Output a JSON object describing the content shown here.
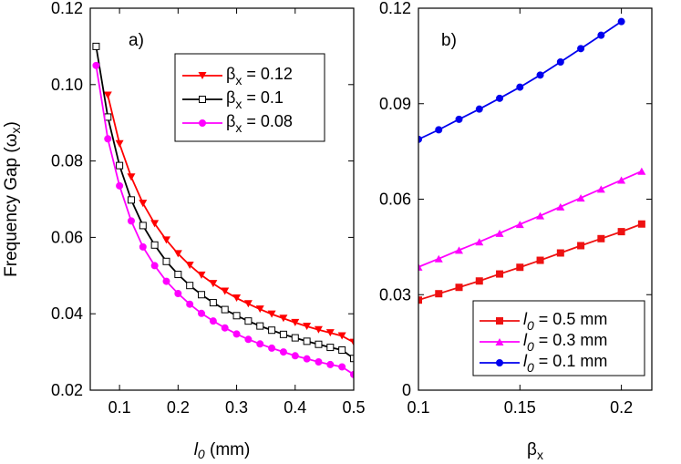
{
  "chart_data": [
    {
      "type": "line",
      "panel_label": "a)",
      "xlabel_main": "l",
      "xlabel_sub": "0",
      "xlabel_unit": " (mm)",
      "ylabel_main": "Frequency Gap (ω",
      "ylabel_sub": "x",
      "ylabel_end": ")",
      "xlim": [
        0.05,
        0.5
      ],
      "ylim": [
        0.02,
        0.12
      ],
      "xticks": [
        0.1,
        0.2,
        0.3,
        0.4,
        0.5
      ],
      "xtick_labels": [
        "0.1",
        "0.2",
        "0.3",
        "0.4",
        "0.5"
      ],
      "yticks": [
        0.02,
        0.04,
        0.06,
        0.08,
        0.1,
        0.12
      ],
      "ytick_labels": [
        "0.02",
        "0.04",
        "0.06",
        "0.08",
        "0.10",
        "0.12"
      ],
      "legend_position": "top-right",
      "series": [
        {
          "legend_main": "β",
          "legend_sub": "x",
          "legend_value": " = 0.12",
          "color": "#ff0000",
          "marker": "triangle-down",
          "x": [
            0.08,
            0.1,
            0.12,
            0.14,
            0.16,
            0.18,
            0.2,
            0.22,
            0.24,
            0.26,
            0.28,
            0.3,
            0.32,
            0.34,
            0.36,
            0.38,
            0.4,
            0.42,
            0.44,
            0.46,
            0.48,
            0.5
          ],
          "y": [
            0.0972,
            0.0845,
            0.0758,
            0.0689,
            0.0636,
            0.0593,
            0.0557,
            0.0527,
            0.0501,
            0.0479,
            0.0459,
            0.0441,
            0.0426,
            0.0412,
            0.0399,
            0.0388,
            0.0377,
            0.0367,
            0.0358,
            0.035,
            0.0342,
            0.0325
          ]
        },
        {
          "legend_main": "β",
          "legend_sub": "x",
          "legend_value": " = 0.1",
          "color": "#000000",
          "marker": "square-open",
          "x": [
            0.06,
            0.08,
            0.1,
            0.12,
            0.14,
            0.16,
            0.18,
            0.2,
            0.22,
            0.24,
            0.26,
            0.28,
            0.3,
            0.32,
            0.34,
            0.36,
            0.38,
            0.4,
            0.42,
            0.44,
            0.46,
            0.48,
            0.5
          ],
          "y": [
            0.11,
            0.0915,
            0.0788,
            0.0698,
            0.0631,
            0.058,
            0.0537,
            0.0503,
            0.0474,
            0.045,
            0.0429,
            0.0411,
            0.0395,
            0.0381,
            0.0368,
            0.0357,
            0.0346,
            0.0337,
            0.0328,
            0.032,
            0.0312,
            0.0305,
            0.0283
          ]
        },
        {
          "legend_main": "β",
          "legend_sub": "x",
          "legend_value": " = 0.08",
          "color": "#ff00ff",
          "marker": "circle",
          "x": [
            0.06,
            0.08,
            0.1,
            0.12,
            0.14,
            0.16,
            0.18,
            0.2,
            0.22,
            0.24,
            0.26,
            0.28,
            0.3,
            0.32,
            0.34,
            0.36,
            0.38,
            0.4,
            0.42,
            0.44,
            0.46,
            0.48,
            0.5
          ],
          "y": [
            0.105,
            0.0858,
            0.0735,
            0.0643,
            0.0575,
            0.0526,
            0.0485,
            0.0453,
            0.0425,
            0.0401,
            0.0381,
            0.0363,
            0.0347,
            0.0333,
            0.0321,
            0.031,
            0.03,
            0.029,
            0.0282,
            0.0274,
            0.0267,
            0.0261,
            0.0241
          ]
        }
      ]
    },
    {
      "type": "line",
      "panel_label": "b)",
      "xlabel_main": "β",
      "xlabel_sub": "x",
      "xlim": [
        0.1,
        0.215
      ],
      "ylim": [
        0,
        0.12
      ],
      "xticks": [
        0.1,
        0.15,
        0.2
      ],
      "xtick_labels": [
        "0.1",
        "0.15",
        "0.2"
      ],
      "yticks": [
        0,
        0.03,
        0.06,
        0.09,
        0.12
      ],
      "ytick_labels": [
        "0",
        "0.03",
        "0.06",
        "0.09",
        "0.12"
      ],
      "legend_position": "bottom-right",
      "series": [
        {
          "legend_main": "l",
          "legend_sub": "0",
          "legend_value": " = 0.5 mm",
          "color": "#ee1111",
          "marker": "square",
          "x": [
            0.1,
            0.11,
            0.12,
            0.13,
            0.14,
            0.15,
            0.16,
            0.17,
            0.18,
            0.19,
            0.2,
            0.21
          ],
          "y": [
            0.0283,
            0.0303,
            0.0323,
            0.0343,
            0.0365,
            0.0386,
            0.0408,
            0.0431,
            0.0454,
            0.0476,
            0.0498,
            0.0522
          ]
        },
        {
          "legend_main": "l",
          "legend_sub": "0",
          "legend_value": " = 0.3 mm",
          "color": "#ff00ff",
          "marker": "triangle-up",
          "x": [
            0.1,
            0.11,
            0.12,
            0.13,
            0.14,
            0.15,
            0.16,
            0.17,
            0.18,
            0.19,
            0.2,
            0.21
          ],
          "y": [
            0.0387,
            0.0413,
            0.044,
            0.0466,
            0.0493,
            0.0521,
            0.0548,
            0.0576,
            0.0604,
            0.0632,
            0.066,
            0.0688
          ]
        },
        {
          "legend_main": "l",
          "legend_sub": "0",
          "legend_value": " = 0.1 mm",
          "color": "#0000ee",
          "marker": "circle",
          "x": [
            0.1,
            0.11,
            0.12,
            0.13,
            0.14,
            0.15,
            0.16,
            0.17,
            0.18,
            0.19,
            0.2
          ],
          "y": [
            0.0788,
            0.0818,
            0.0851,
            0.0883,
            0.0917,
            0.0952,
            0.099,
            0.1031,
            0.1073,
            0.1115,
            0.1158
          ]
        }
      ]
    }
  ]
}
